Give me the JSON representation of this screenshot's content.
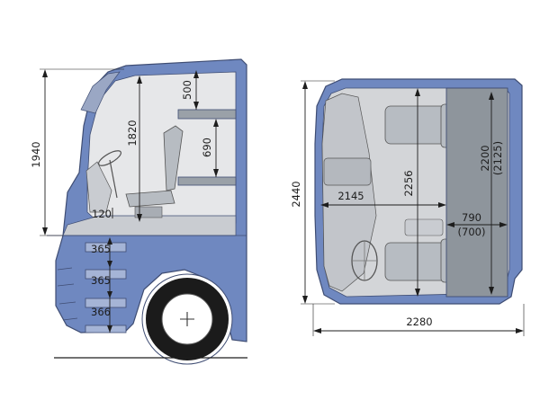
{
  "colors": {
    "cab_blue": "#6f88c0",
    "cab_blue_dark": "#4e679f",
    "interior_grey": "#d3d5d8",
    "interior_light": "#e6e7e9",
    "bunk_dark": "#8e959c",
    "outline": "#3f4d73",
    "dimension_text": "#1d1d1d"
  },
  "side_view": {
    "height_overall": "1940",
    "interior_height": "1820",
    "upper_bunk_clearance": "500",
    "bunk_spacing": "690",
    "floor_step": "120",
    "step_1": "365",
    "step_2": "365",
    "step_3": "366"
  },
  "top_view": {
    "cab_length": "2440",
    "cab_width": "2280",
    "floor_length": "2145",
    "interior_length": "2256",
    "bunk_length": "2200",
    "bunk_length_alt": "(2125)",
    "bunk_width": "790",
    "bunk_width_alt": "(700)"
  },
  "icons": [
    "steering-wheel-icon",
    "seat-icon",
    "wheel-icon",
    "ladder-steps-icon"
  ]
}
